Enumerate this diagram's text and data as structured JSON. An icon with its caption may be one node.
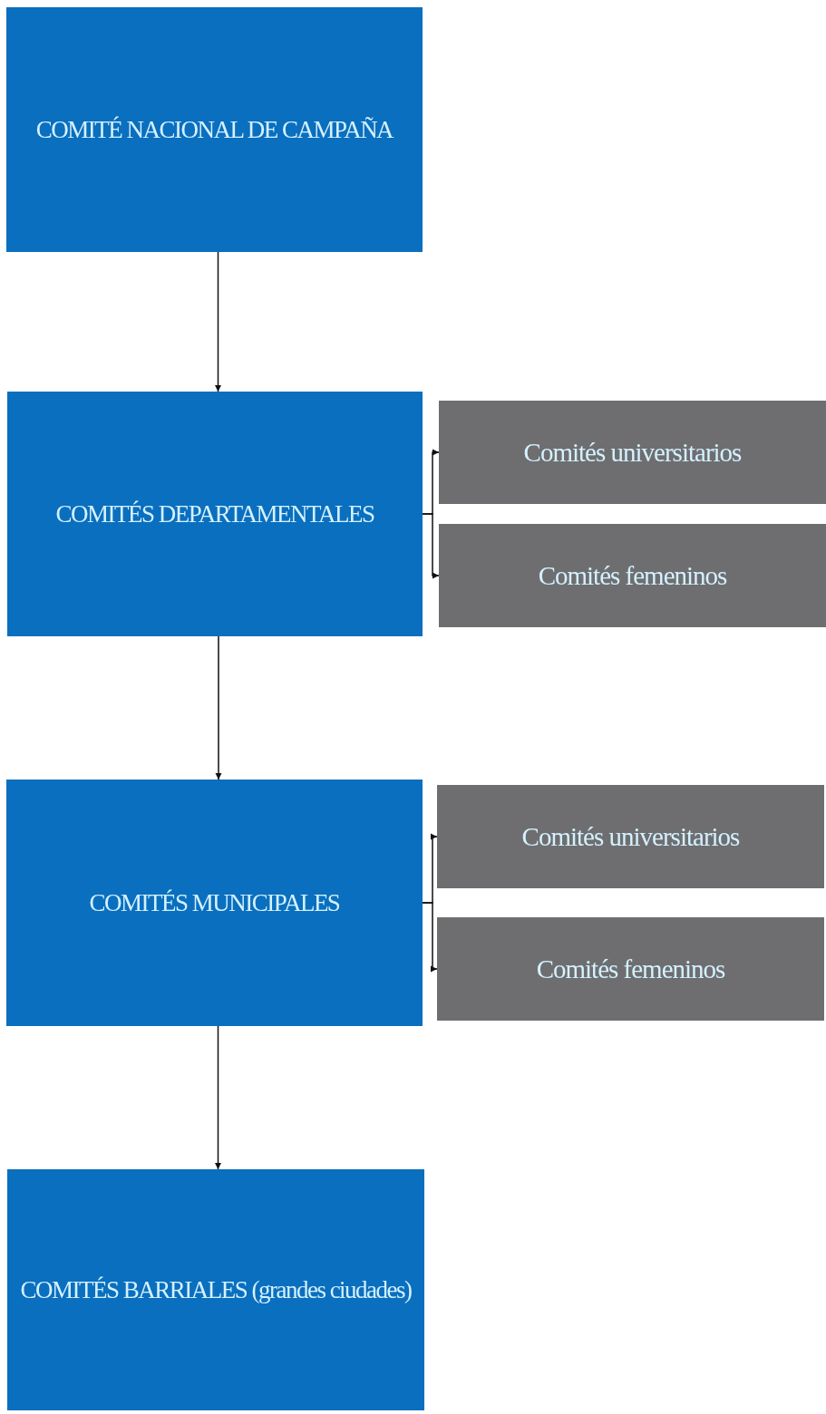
{
  "diagram": {
    "nodes": [
      {
        "text": [
          "COMITÉ NACIONAL DE CAMPAÑA"
        ]
      },
      {
        "text": [
          "COMITÉS DEPARTAMENTALES"
        ]
      },
      {
        "text": [
          "Comités universitarios"
        ]
      },
      {
        "text": [
          "Comités femeninos"
        ]
      },
      {
        "text": [
          "COMITÉS MUNICIPALES"
        ]
      },
      {
        "text": [
          "Comités universitarios"
        ]
      },
      {
        "text": [
          "Comités femeninos"
        ]
      },
      {
        "text": [
          "COMITÉS BARRIALES (grandes ciudades)"
        ]
      }
    ],
    "edges": [
      {
        "from": 0,
        "to": 1,
        "arrow": "to"
      },
      {
        "from": 1,
        "to": 2,
        "arrow": "to"
      },
      {
        "from": 1,
        "to": 3,
        "arrow": "to"
      },
      {
        "from": 1,
        "to": 4,
        "arrow": "to"
      },
      {
        "from": 4,
        "to": 5,
        "arrow": "to"
      },
      {
        "from": 4,
        "to": 6,
        "arrow": "to"
      },
      {
        "from": 4,
        "to": 7,
        "arrow": "to"
      }
    ]
  }
}
